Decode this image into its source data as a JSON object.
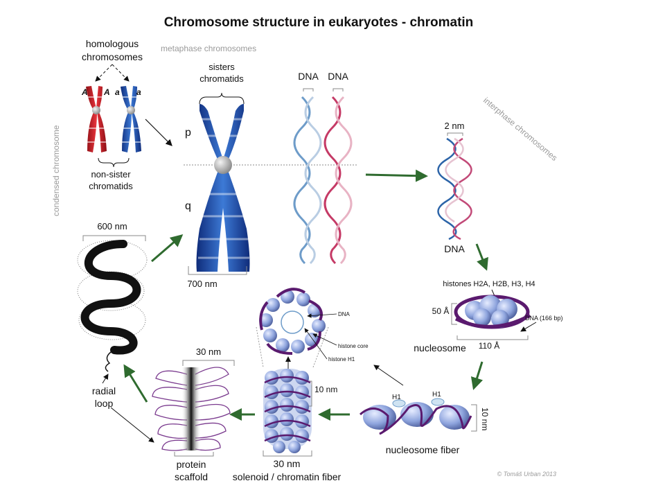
{
  "title": "Chromosome structure in eukaryotes - chromatin",
  "labels": {
    "homologous": "homologous",
    "chromosomes": "chromosomes",
    "metaphase": "metaphase chromosomes",
    "allele_A1": "A",
    "allele_A2": "A",
    "allele_a1": "a",
    "allele_a2": "a",
    "non_sister_1": "non-sister",
    "non_sister_2": "chromatids",
    "sisters_1": "sisters",
    "sisters_2": "chromatids",
    "p_arm": "p",
    "q_arm": "q",
    "size_700": "700 nm",
    "dna_left": "DNA",
    "dna_right": "DNA",
    "interphase": "interphase chromosomes",
    "size_2nm": "2 nm",
    "dna_bottom": "DNA",
    "condensed": "condensed chromosome",
    "size_600": "600 nm",
    "histones": "histones H2A, H2B, H3, H4",
    "size_50A": "50 Å",
    "dna_166": "DNA (166 bp)",
    "nucleosome": "nucleosome",
    "size_110A": "110 Å",
    "dna_small": "DNA",
    "histone_core": "histone core",
    "histone_h1": "histone H1",
    "size_30nm_top": "30 nm",
    "size_10nm_a": "10 nm",
    "h1_a": "H1",
    "h1_b": "H1",
    "size_10nm_b": "10 nm",
    "radial_1": "radial",
    "radial_2": "loop",
    "nucleosome_fiber": "nucleosome fiber",
    "protein_1": "protein",
    "protein_2": "scaffold",
    "size_30nm_bottom": "30 nm",
    "solenoid": "solenoid / chromatin fiber",
    "copyright": "© Tomáš Urban 2013"
  },
  "colors": {
    "red": "#d0212b",
    "blue": "#2456b8",
    "purple": "#5a1a6e",
    "arrow_green": "#2f6b2f",
    "bead": "#8ea4dd"
  }
}
